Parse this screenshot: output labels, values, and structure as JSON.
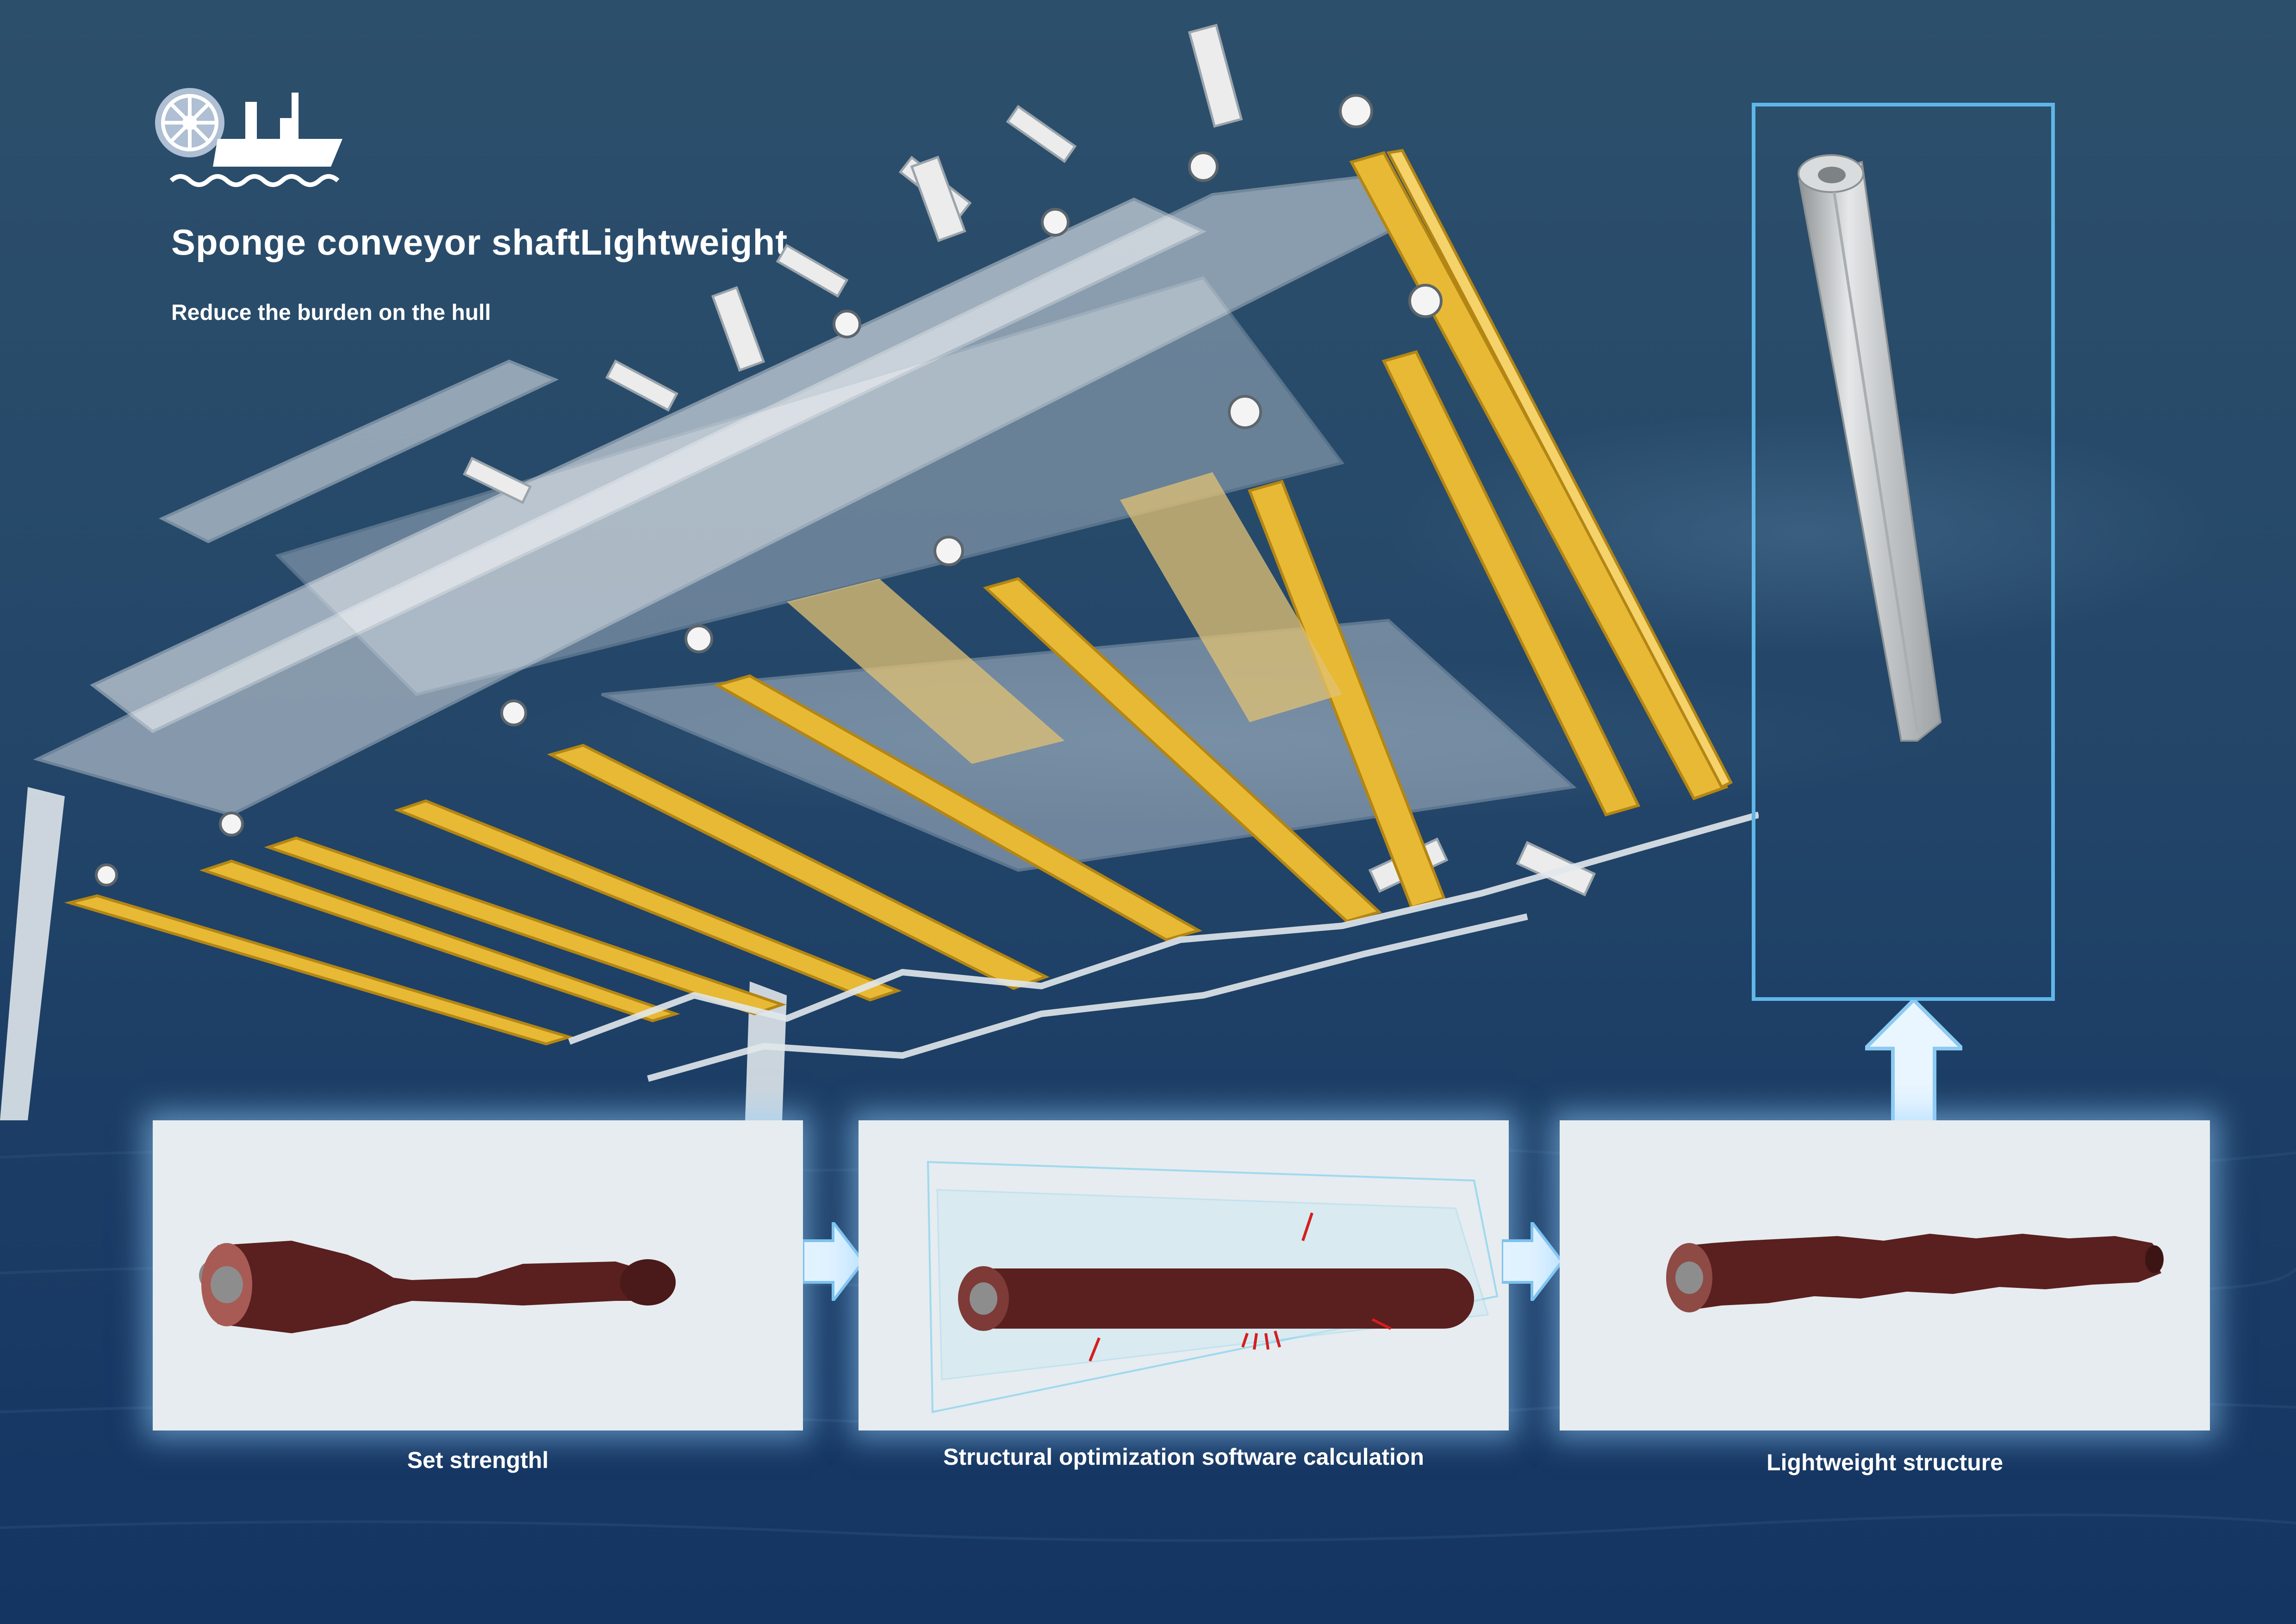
{
  "header": {
    "title": "Sponge conveyor shaftLightweight",
    "subtitle": "Reduce the burden on the hull"
  },
  "steps": [
    {
      "caption": "Set strengthl"
    },
    {
      "caption": "Structural optimization software calculation"
    },
    {
      "caption": "Lightweight structure"
    }
  ],
  "icons": {
    "logo": "ship-and-wheel-icon",
    "step_arrow": "right-arrow-icon",
    "result_arrow": "up-arrow-icon"
  },
  "colors": {
    "sea": "#1d3f66",
    "roller_yellow": "#e8b935",
    "frame_white": "#f2f2f2",
    "highlight_blue": "#5fb7e8",
    "shaft_brown": "#5a1f1f"
  }
}
